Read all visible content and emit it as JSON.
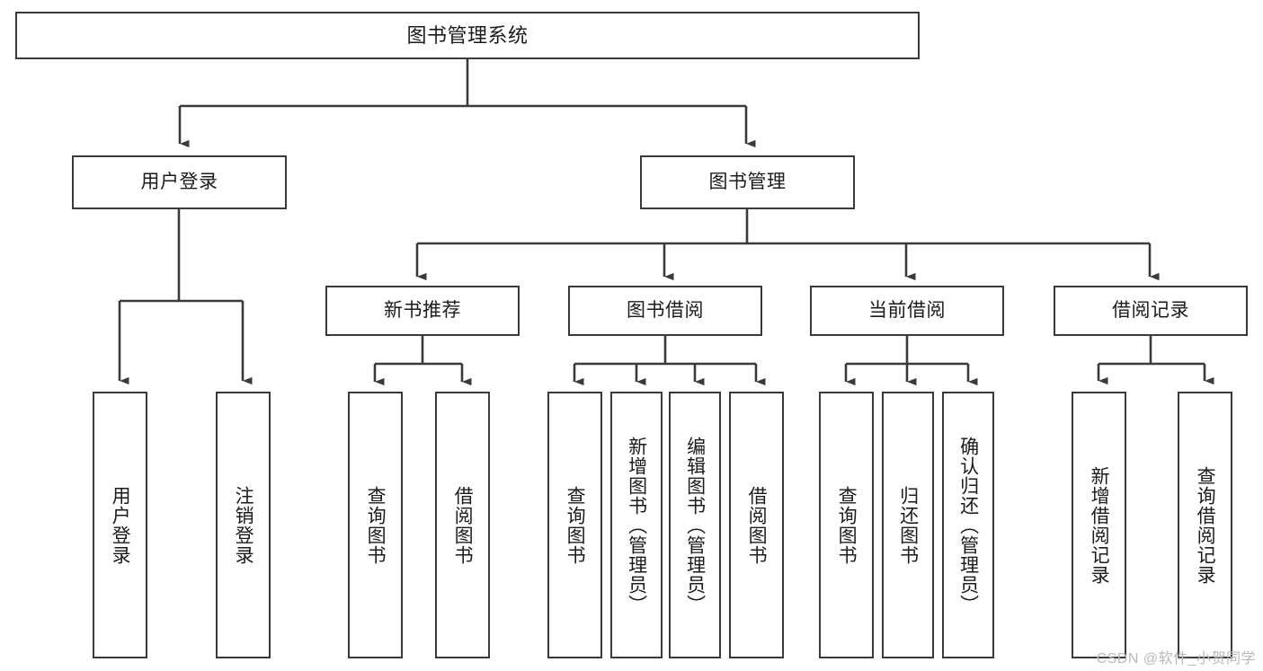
{
  "diagram": {
    "title": "图书管理系统",
    "type": "tree-hierarchy",
    "background_color": "#ffffff",
    "line_color": "#3a3a3a",
    "box_border_color": "#3a3a3a",
    "text_color": "#1b1b1b"
  },
  "nodes": {
    "root": {
      "label": "图书管理系统"
    },
    "level1": [
      {
        "label": "用户登录"
      },
      {
        "label": "图书管理"
      }
    ],
    "level2": [
      {
        "label": "新书推荐"
      },
      {
        "label": "图书借阅"
      },
      {
        "label": "当前借阅"
      },
      {
        "label": "借阅记录"
      }
    ],
    "leaves": {
      "user_login": [
        {
          "label": "用户登录"
        },
        {
          "label": "注销登录"
        }
      ],
      "new_book_recommend": [
        {
          "label": "查询图书"
        },
        {
          "label": "借阅图书"
        }
      ],
      "book_borrow": [
        {
          "label": "查询图书"
        },
        {
          "label": "新增图书（管理员）"
        },
        {
          "label": "编辑图书（管理员）"
        },
        {
          "label": "借阅图书"
        }
      ],
      "current_borrow": [
        {
          "label": "查询图书"
        },
        {
          "label": "归还图书"
        },
        {
          "label": "确认归还（管理员）"
        }
      ],
      "borrow_record": [
        {
          "label": "新增借阅记录"
        },
        {
          "label": "查询借阅记录"
        }
      ]
    }
  },
  "watermark": {
    "text": "CSDN @软件_小贺同学"
  }
}
